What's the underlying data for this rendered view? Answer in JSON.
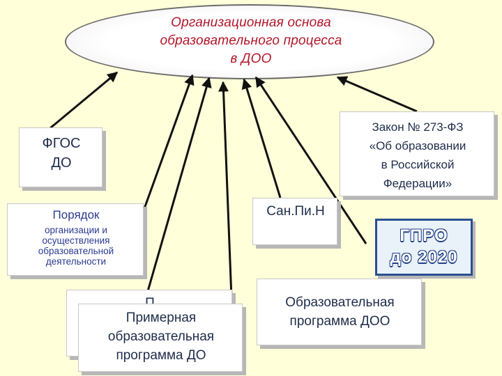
{
  "center": {
    "line1": "Организационная основа",
    "line2": "образовательного процесса",
    "line3": "в ДОО"
  },
  "nodes": {
    "fgos": {
      "line1": "ФГОС",
      "line2": "ДО"
    },
    "law": {
      "line1": "Закон № 273-ФЗ",
      "line2": "«Об образовании",
      "line3": "в Российской",
      "line4": "Федерации»"
    },
    "poryadok": {
      "heading": "Порядок",
      "line1": "организации и",
      "line2": "осуществления",
      "line3": "образовательной",
      "line4": "деятельности"
    },
    "sanpin": {
      "label": "Сан.Пи.Н"
    },
    "gpro": {
      "line1": "ГПРО",
      "line2": "до 2020"
    },
    "primer_back": {
      "label": "П"
    },
    "primer": {
      "line1": "Примерная",
      "line2": "образовательная",
      "line3": "программа ДО"
    },
    "dou_program": {
      "line1": "Образовательная",
      "line2": "программа ДОО"
    }
  },
  "colors": {
    "background": "#ffffd9",
    "title_text": "#b0162a",
    "arrow": "#111111",
    "gpro_border": "#29508f"
  }
}
